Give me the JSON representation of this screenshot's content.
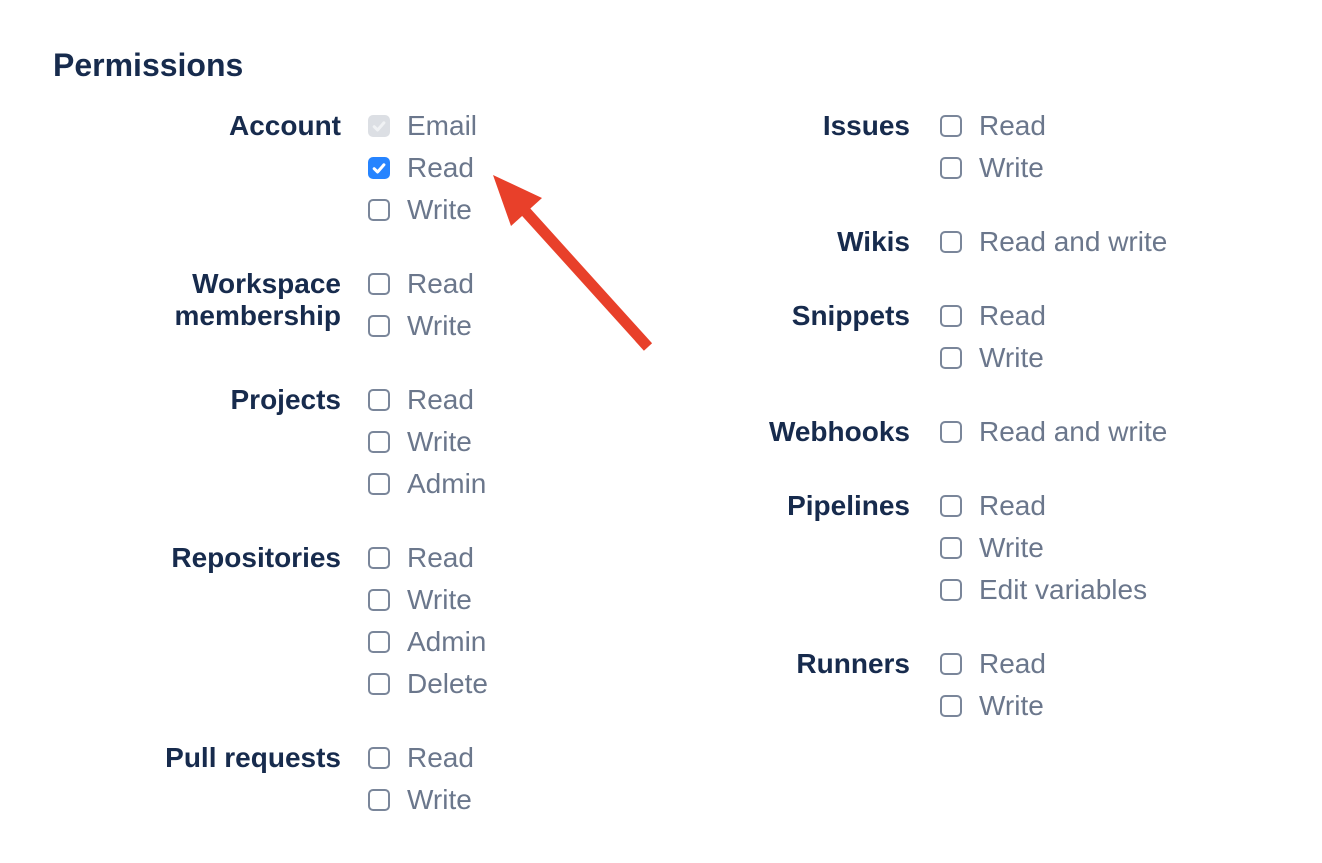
{
  "title": "Permissions",
  "colors": {
    "title": "#172B4D",
    "group_label": "#172B4D",
    "option_label": "#6B778C",
    "checkbox_border": "#7A869A",
    "checkbox_checked": "#2684FF",
    "checkbox_disabled_bg": "#DCDFE4",
    "checkbox_disabled_check": "#F0F2F4",
    "arrow": "#E8402A"
  },
  "annotation": {
    "type": "arrow",
    "color": "#E8402A",
    "points_to": "account-read-checkbox"
  },
  "columns": [
    {
      "groups": [
        {
          "label": "Account",
          "options": [
            {
              "label": "Email",
              "checked": true,
              "disabled": true
            },
            {
              "label": "Read",
              "checked": true,
              "disabled": false
            },
            {
              "label": "Write",
              "checked": false,
              "disabled": false
            }
          ]
        },
        {
          "label": "Workspace membership",
          "options": [
            {
              "label": "Read",
              "checked": false,
              "disabled": false
            },
            {
              "label": "Write",
              "checked": false,
              "disabled": false
            }
          ]
        },
        {
          "label": "Projects",
          "options": [
            {
              "label": "Read",
              "checked": false,
              "disabled": false
            },
            {
              "label": "Write",
              "checked": false,
              "disabled": false
            },
            {
              "label": "Admin",
              "checked": false,
              "disabled": false
            }
          ]
        },
        {
          "label": "Repositories",
          "options": [
            {
              "label": "Read",
              "checked": false,
              "disabled": false
            },
            {
              "label": "Write",
              "checked": false,
              "disabled": false
            },
            {
              "label": "Admin",
              "checked": false,
              "disabled": false
            },
            {
              "label": "Delete",
              "checked": false,
              "disabled": false
            }
          ]
        },
        {
          "label": "Pull requests",
          "options": [
            {
              "label": "Read",
              "checked": false,
              "disabled": false
            },
            {
              "label": "Write",
              "checked": false,
              "disabled": false
            }
          ]
        }
      ]
    },
    {
      "groups": [
        {
          "label": "Issues",
          "options": [
            {
              "label": "Read",
              "checked": false,
              "disabled": false
            },
            {
              "label": "Write",
              "checked": false,
              "disabled": false
            }
          ]
        },
        {
          "label": "Wikis",
          "options": [
            {
              "label": "Read and write",
              "checked": false,
              "disabled": false
            }
          ]
        },
        {
          "label": "Snippets",
          "options": [
            {
              "label": "Read",
              "checked": false,
              "disabled": false
            },
            {
              "label": "Write",
              "checked": false,
              "disabled": false
            }
          ]
        },
        {
          "label": "Webhooks",
          "options": [
            {
              "label": "Read and write",
              "checked": false,
              "disabled": false
            }
          ]
        },
        {
          "label": "Pipelines",
          "options": [
            {
              "label": "Read",
              "checked": false,
              "disabled": false
            },
            {
              "label": "Write",
              "checked": false,
              "disabled": false
            },
            {
              "label": "Edit variables",
              "checked": false,
              "disabled": false
            }
          ]
        },
        {
          "label": "Runners",
          "options": [
            {
              "label": "Read",
              "checked": false,
              "disabled": false
            },
            {
              "label": "Write",
              "checked": false,
              "disabled": false
            }
          ]
        }
      ]
    }
  ]
}
